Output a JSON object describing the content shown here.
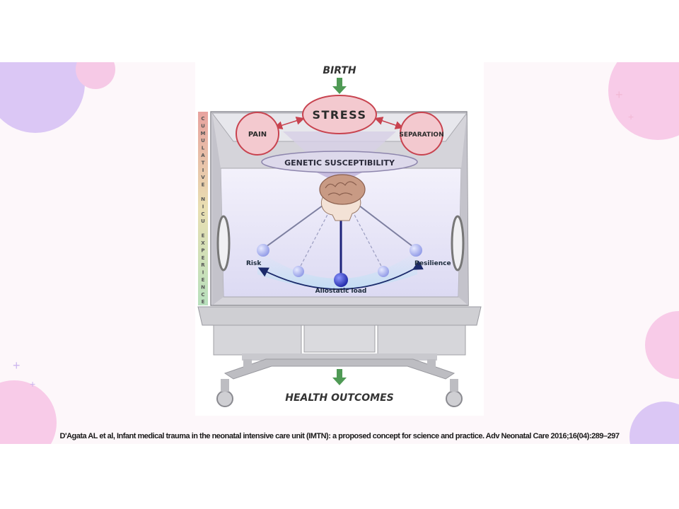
{
  "diagram": {
    "title_top": "BIRTH",
    "title_bottom": "HEALTH OUTCOMES",
    "stress": "STRESS",
    "pain": "PAIN",
    "separation": "SEPARATION",
    "genetic": "GENETIC SUSCEPTIBILITY",
    "risk": "Risk",
    "resilience": "Resilience",
    "allostatic": "Allostatic load",
    "side_letters": [
      "C",
      "U",
      "M",
      "U",
      "L",
      "A",
      "T",
      "I",
      "V",
      "E",
      "N",
      "I",
      "C",
      "U",
      "E",
      "X",
      "P",
      "E",
      "R",
      "I",
      "E",
      "N",
      "C",
      "E"
    ]
  },
  "citation": "D'Agata AL et al, Infant medical trauma in the neonatal intensive care unit (IMTN): a proposed concept for science and practice. Adv Neonatal Care 2016;16(04):289–297",
  "colors": {
    "stress_fill": "#f3c9cf",
    "stress_stroke": "#c8434f",
    "arrow_green": "#4f9a55",
    "arc_navy": "#1c2a6b",
    "ball_blue": "#9aa6ea",
    "ball_center": "#2b37c8"
  }
}
